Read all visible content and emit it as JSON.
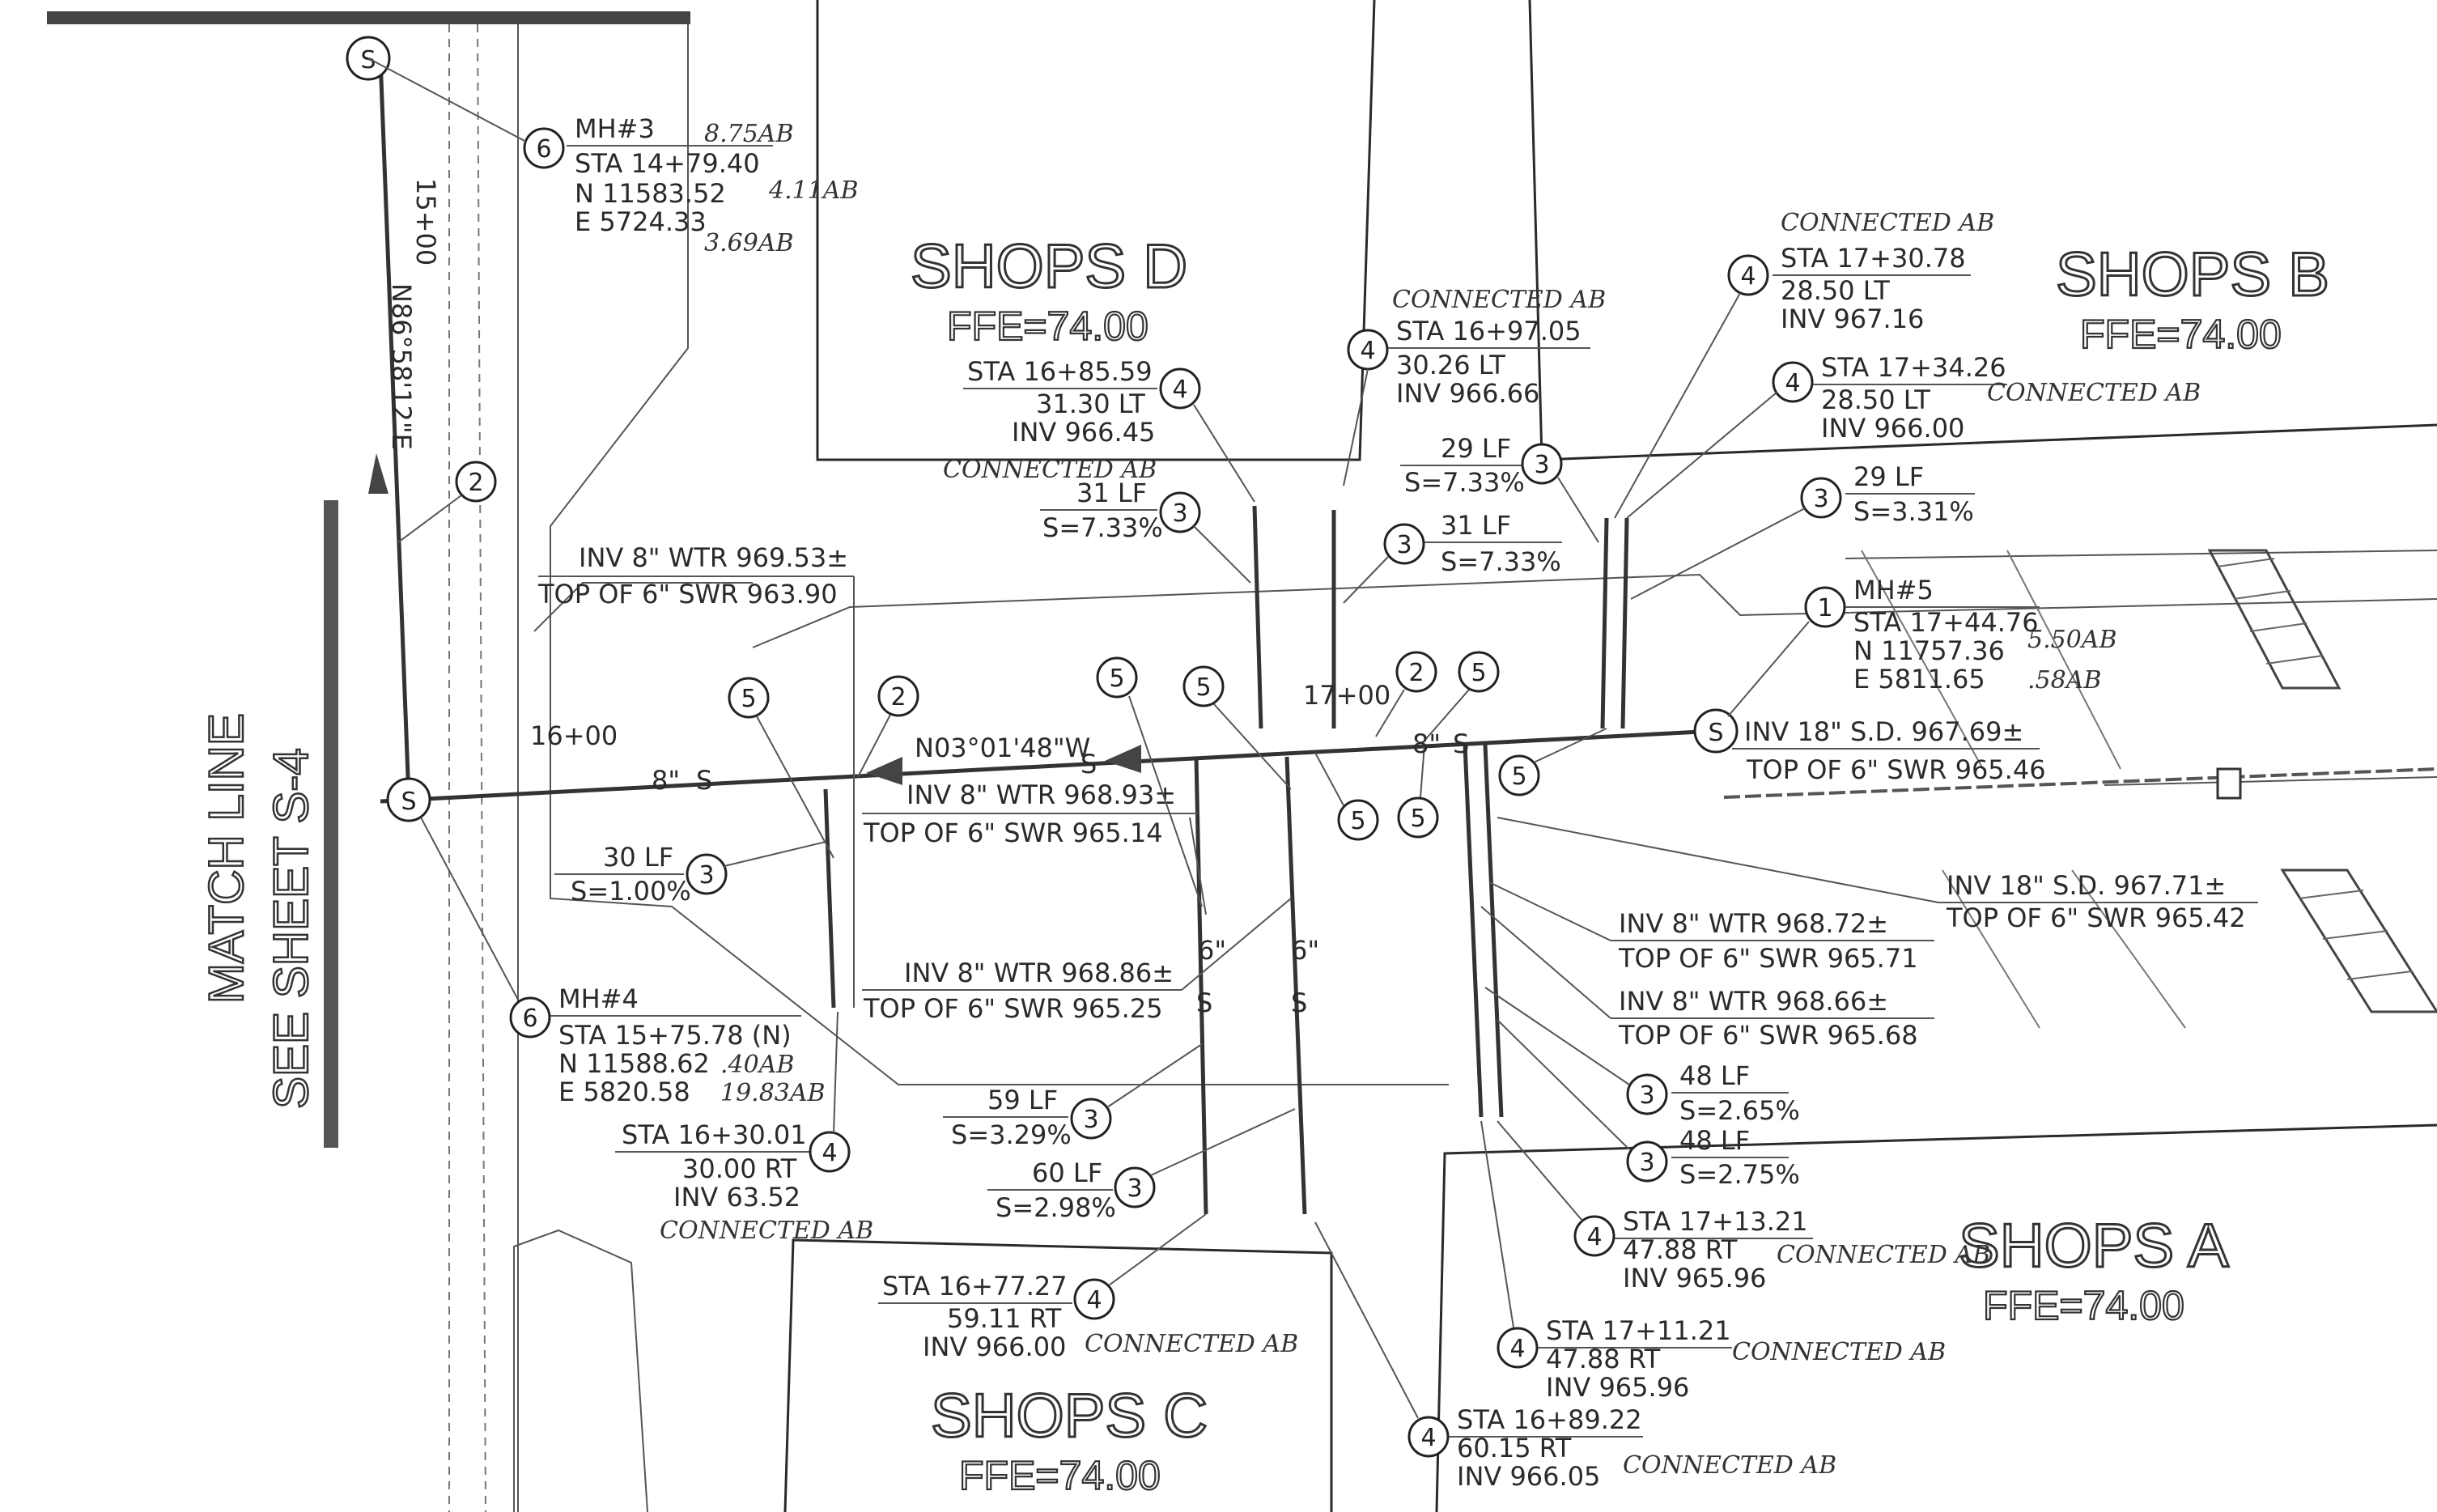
{
  "match_line": {
    "line1": "MATCH LINE",
    "line2": "SEE SHEET S-4"
  },
  "buildings": {
    "shops_d": {
      "name": "SHOPS D",
      "ffe": "FFE=74.00"
    },
    "shops_b": {
      "name": "SHOPS B",
      "ffe": "FFE=74.00"
    },
    "shops_a": {
      "name": "SHOPS A",
      "ffe": "FFE=74.00"
    },
    "shops_c": {
      "name": "SHOPS C",
      "ffe": "FFE=74.00"
    }
  },
  "stations": {
    "s1500": "15+00",
    "s1600": "16+00",
    "s1700": "17+00"
  },
  "bearings": {
    "main": "N03°01'48\"W",
    "side": "N86°58'12\"E"
  },
  "pipe_marks": {
    "s8": "8\"",
    "s6": "6\"",
    "s": "S"
  },
  "mh3": {
    "bubble": "6",
    "title": "MH#3",
    "sta": "STA 14+79.40",
    "n": "N 11583.52",
    "e": "E 5724.33",
    "hw1": "8.75AB",
    "hw2": "4.11AB",
    "hw3": "3.69AB"
  },
  "mh4": {
    "bubble": "6",
    "title": "MH#4",
    "sta": "STA 15+75.78 (N)",
    "n": "N 11588.62",
    "e": "E 5820.58",
    "hw1": ".40AB",
    "hw2": "19.83AB"
  },
  "mh5": {
    "bubble": "1",
    "title": "MH#5",
    "sta": "STA 17+44.76",
    "n": "N 11757.36",
    "e": "E 5811.65",
    "hw1": "5.50AB",
    "hw2": ".58AB"
  },
  "labels": {
    "l1": {
      "bubble": "4",
      "sta": "STA 16+85.59",
      "off": "31.30 LT",
      "inv": "INV 966.45",
      "hw": "CONNECTED AB"
    },
    "l2": {
      "bubble": "4",
      "sta": "STA 16+97.05",
      "off": "30.26 LT",
      "inv": "INV 966.66",
      "hw": "CONNECTED AB"
    },
    "l3": {
      "bubble": "4",
      "sta": "STA 17+30.78",
      "off": "28.50 LT",
      "inv": "INV 967.16",
      "hw": "CONNECTED AB"
    },
    "l4": {
      "bubble": "4",
      "sta": "STA 17+34.26",
      "off": "28.50 LT",
      "inv": "INV 966.00",
      "hw": "CONNECTED AB"
    },
    "l5": {
      "bubble": "4",
      "sta": "STA 16+30.01",
      "off": "30.00 RT",
      "inv": "INV 63.52",
      "hw": "CONNECTED AB"
    },
    "l6": {
      "bubble": "4",
      "sta": "STA 16+77.27",
      "off": "59.11 RT",
      "inv": "INV 966.00",
      "hw": "CONNECTED AB"
    },
    "l7": {
      "bubble": "4",
      "sta": "STA 17+13.21",
      "off": "47.88 RT",
      "inv": "INV 965.96",
      "hw": "CONNECTED AB"
    },
    "l8": {
      "bubble": "4",
      "sta": "STA 17+11.21",
      "off": "47.88 RT",
      "inv": "INV 965.96",
      "hw": "CONNECTED AB"
    },
    "l9": {
      "bubble": "4",
      "sta": "STA 16+89.22",
      "off": "60.15 RT",
      "inv": "INV 966.05",
      "hw": "CONNECTED AB"
    }
  },
  "slopes": {
    "p1": {
      "bubble": "3",
      "lf": "31 LF",
      "s": "S=7.33%"
    },
    "p2": {
      "bubble": "3",
      "lf": "29 LF",
      "s": "S=7.33%"
    },
    "p3": {
      "bubble": "3",
      "lf": "29 LF",
      "s": "S=3.31%"
    },
    "p4": {
      "bubble": "3",
      "lf": "31 LF",
      "s": "S=7.33%"
    },
    "p5": {
      "bubble": "3",
      "lf": "30 LF",
      "s": "S=1.00%"
    },
    "p6": {
      "bubble": "3",
      "lf": "59 LF",
      "s": "S=3.29%"
    },
    "p7": {
      "bubble": "3",
      "lf": "60 LF",
      "s": "S=2.98%"
    },
    "p8": {
      "bubble": "3",
      "lf": "48 LF",
      "s": "S=2.65%"
    },
    "p9": {
      "bubble": "3",
      "lf": "48 LF",
      "s": "S=2.75%"
    }
  },
  "crossings": {
    "c1": {
      "a": "INV 8\" WTR 969.53±",
      "b": "TOP OF 6\" SWR 963.90"
    },
    "c2": {
      "a": "INV 8\" WTR 968.93±",
      "b": "TOP OF 6\" SWR 965.14"
    },
    "c3": {
      "a": "INV 8\" WTR 968.86±",
      "b": "TOP OF 6\" SWR 965.25"
    },
    "c4": {
      "a": "INV 18\" S.D. 967.69±",
      "b": "TOP OF 6\" SWR 965.46"
    },
    "c5": {
      "a": "INV 18\" S.D. 967.71±",
      "b": "TOP OF 6\" SWR 965.42"
    },
    "c6": {
      "a": "INV 8\" WTR 968.72±",
      "b": "TOP OF 6\" SWR 965.71"
    },
    "c7": {
      "a": "INV 8\" WTR 968.66±",
      "b": "TOP OF 6\" SWR 965.68"
    }
  },
  "bubbles": {
    "b1": "2",
    "b2": "2",
    "b3": "2",
    "b5": "5",
    "b3a": "3",
    "b4": "4",
    "b6": "6",
    "b1n": "1"
  }
}
